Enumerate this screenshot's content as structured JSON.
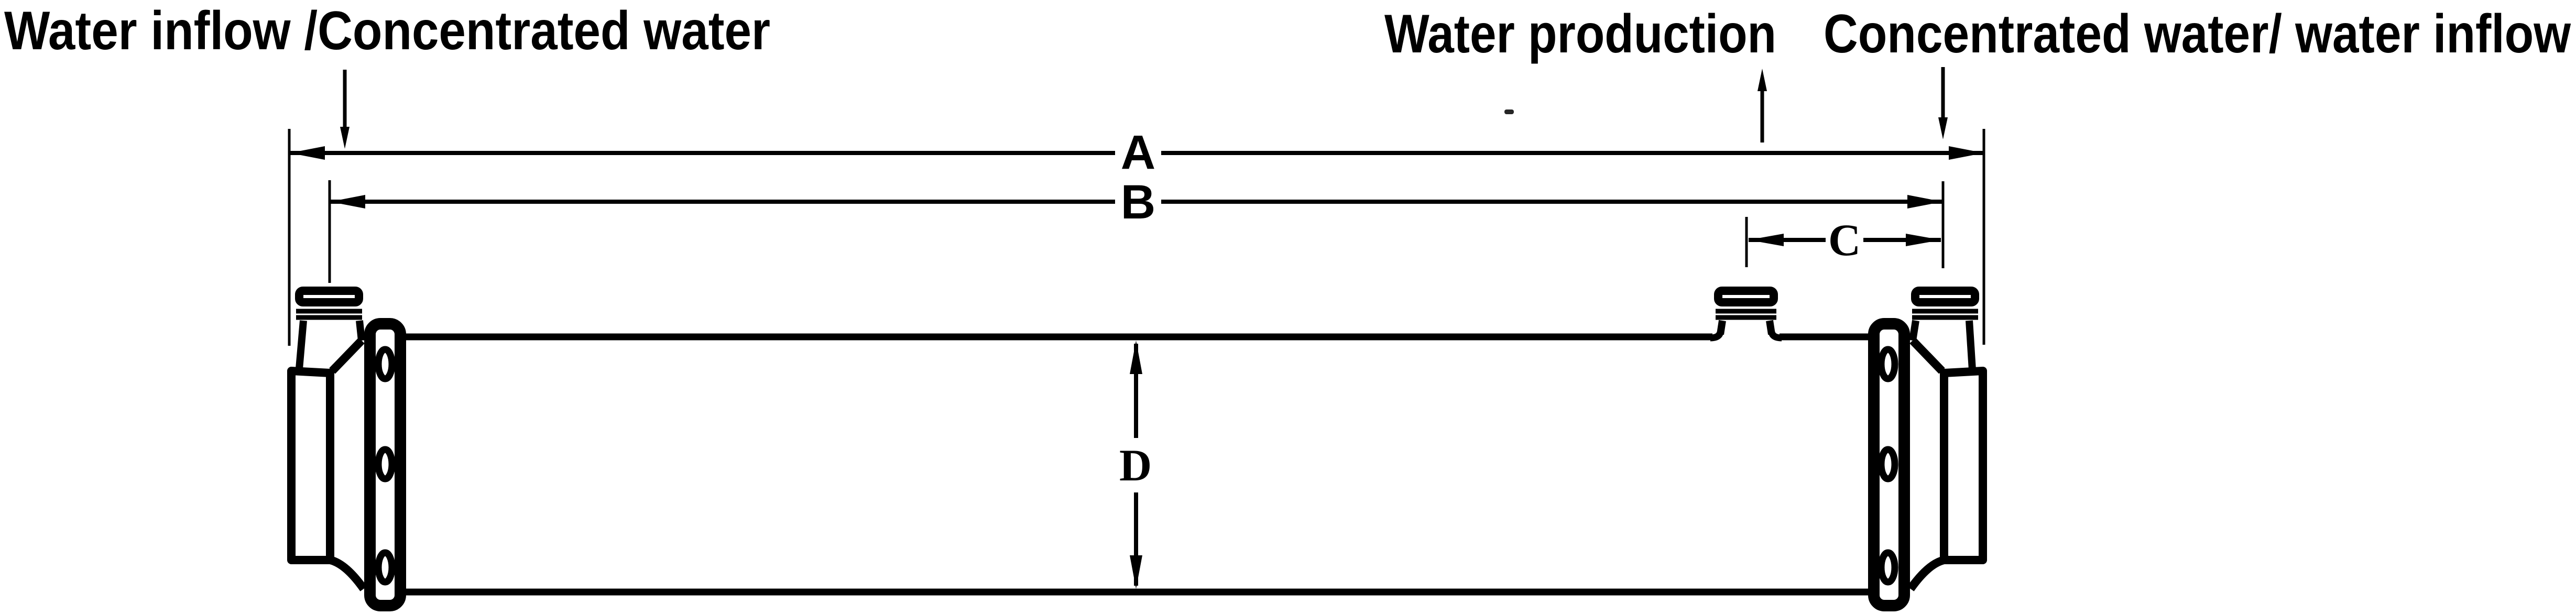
{
  "colors": {
    "ink": "#000000",
    "background": "#ffffff"
  },
  "labels": {
    "left_port": "Water inflow /Concentrated water",
    "production_port": "Water production",
    "right_port": "Concentrated water/ water inflow"
  },
  "dimension_labels": {
    "overall_length": "A",
    "port_to_port": "B",
    "production_to_end": "C",
    "diameter": "D"
  }
}
